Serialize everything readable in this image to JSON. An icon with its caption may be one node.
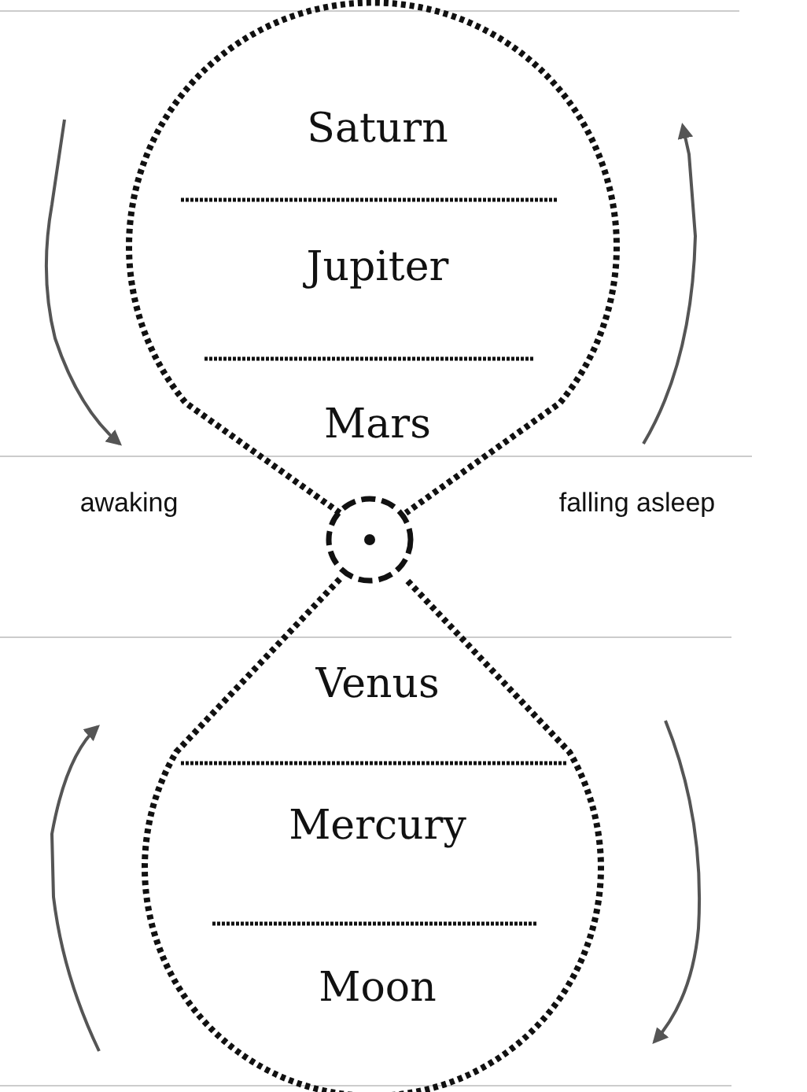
{
  "diagram": {
    "nodes": [
      {
        "text": [],
        "shape": "teardrop"
      },
      {
        "text": [
          "Saturn"
        ],
        "in": 0
      },
      {
        "text": [
          "Jupiter"
        ],
        "in": 0
      },
      {
        "text": [
          "Mars"
        ],
        "in": 0
      },
      {
        "text": [],
        "shape": "circle"
      },
      {
        "text": [],
        "shape": "teardrop"
      },
      {
        "text": [
          "Venus"
        ],
        "in": 5
      },
      {
        "text": [
          "Mercury"
        ],
        "in": 5
      },
      {
        "text": [
          "Moon"
        ],
        "in": 5
      }
    ],
    "labels": [
      "awaking",
      "falling asleep"
    ]
  }
}
